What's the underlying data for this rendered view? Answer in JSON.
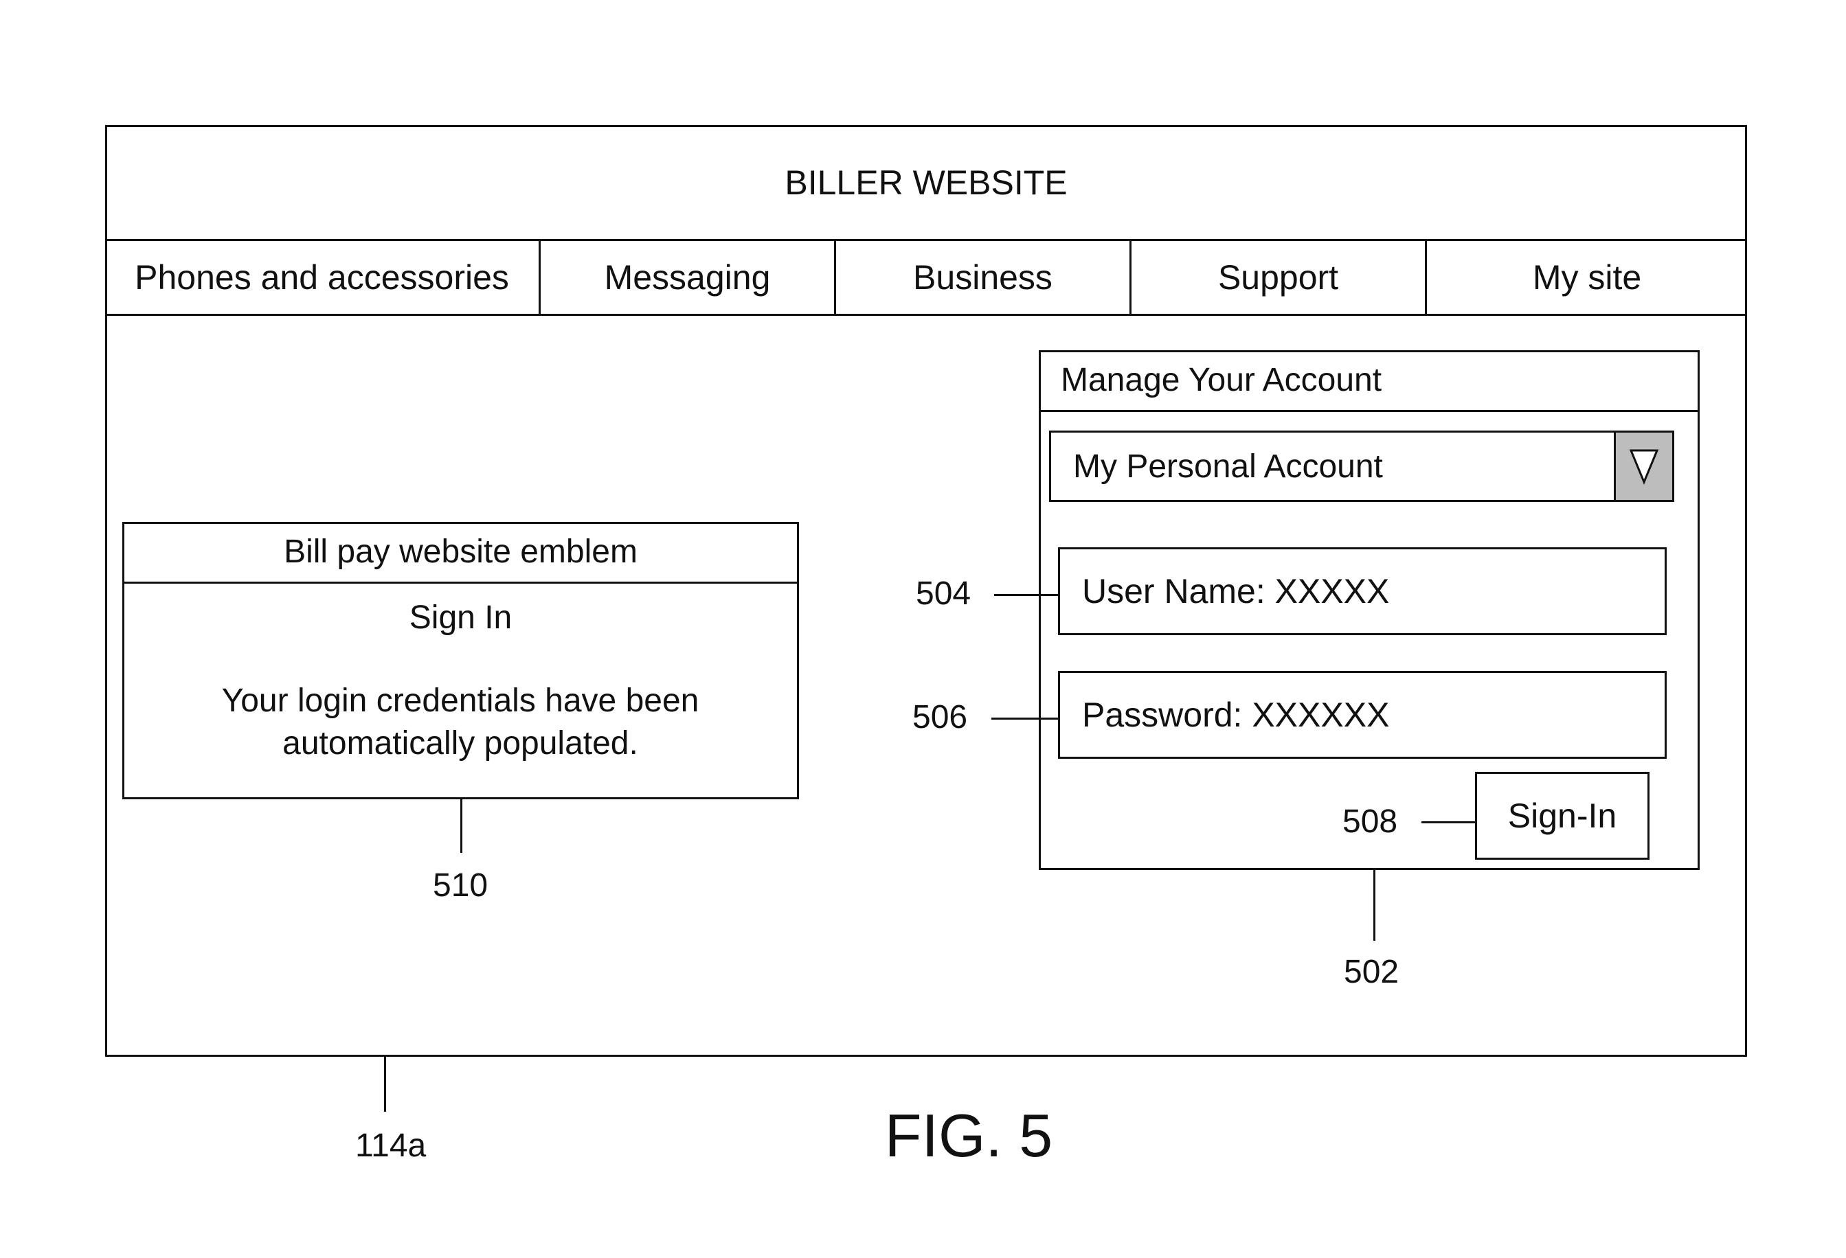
{
  "header": {
    "title": "BILLER WEBSITE"
  },
  "nav": {
    "tabs": [
      {
        "label": "Phones and accessories"
      },
      {
        "label": "Messaging"
      },
      {
        "label": "Business"
      },
      {
        "label": "Support"
      },
      {
        "label": "My site"
      }
    ]
  },
  "signin_box": {
    "emblem": "Bill pay website emblem",
    "heading": "Sign In",
    "message_line1": "Your login credentials have been",
    "message_line2": "automatically populated."
  },
  "account_panel": {
    "title": "Manage Your Account",
    "account_select": {
      "selected": "My Personal Account"
    },
    "username_field": {
      "value": "User Name: XXXXX"
    },
    "password_field": {
      "value": "Password: XXXXXX"
    },
    "signin_button": {
      "label": "Sign-In"
    }
  },
  "reference_numerals": {
    "account_panel": "502",
    "username_field": "504",
    "password_field": "506",
    "signin_button": "508",
    "signin_box": "510",
    "website": "114a"
  },
  "figure": {
    "caption": "FIG. 5"
  },
  "icons": {
    "select_arrow": "triangle-down-outline-icon"
  },
  "colors": {
    "line": "#111111",
    "dropdown_button": "#bdbdbd",
    "background": "#ffffff"
  }
}
